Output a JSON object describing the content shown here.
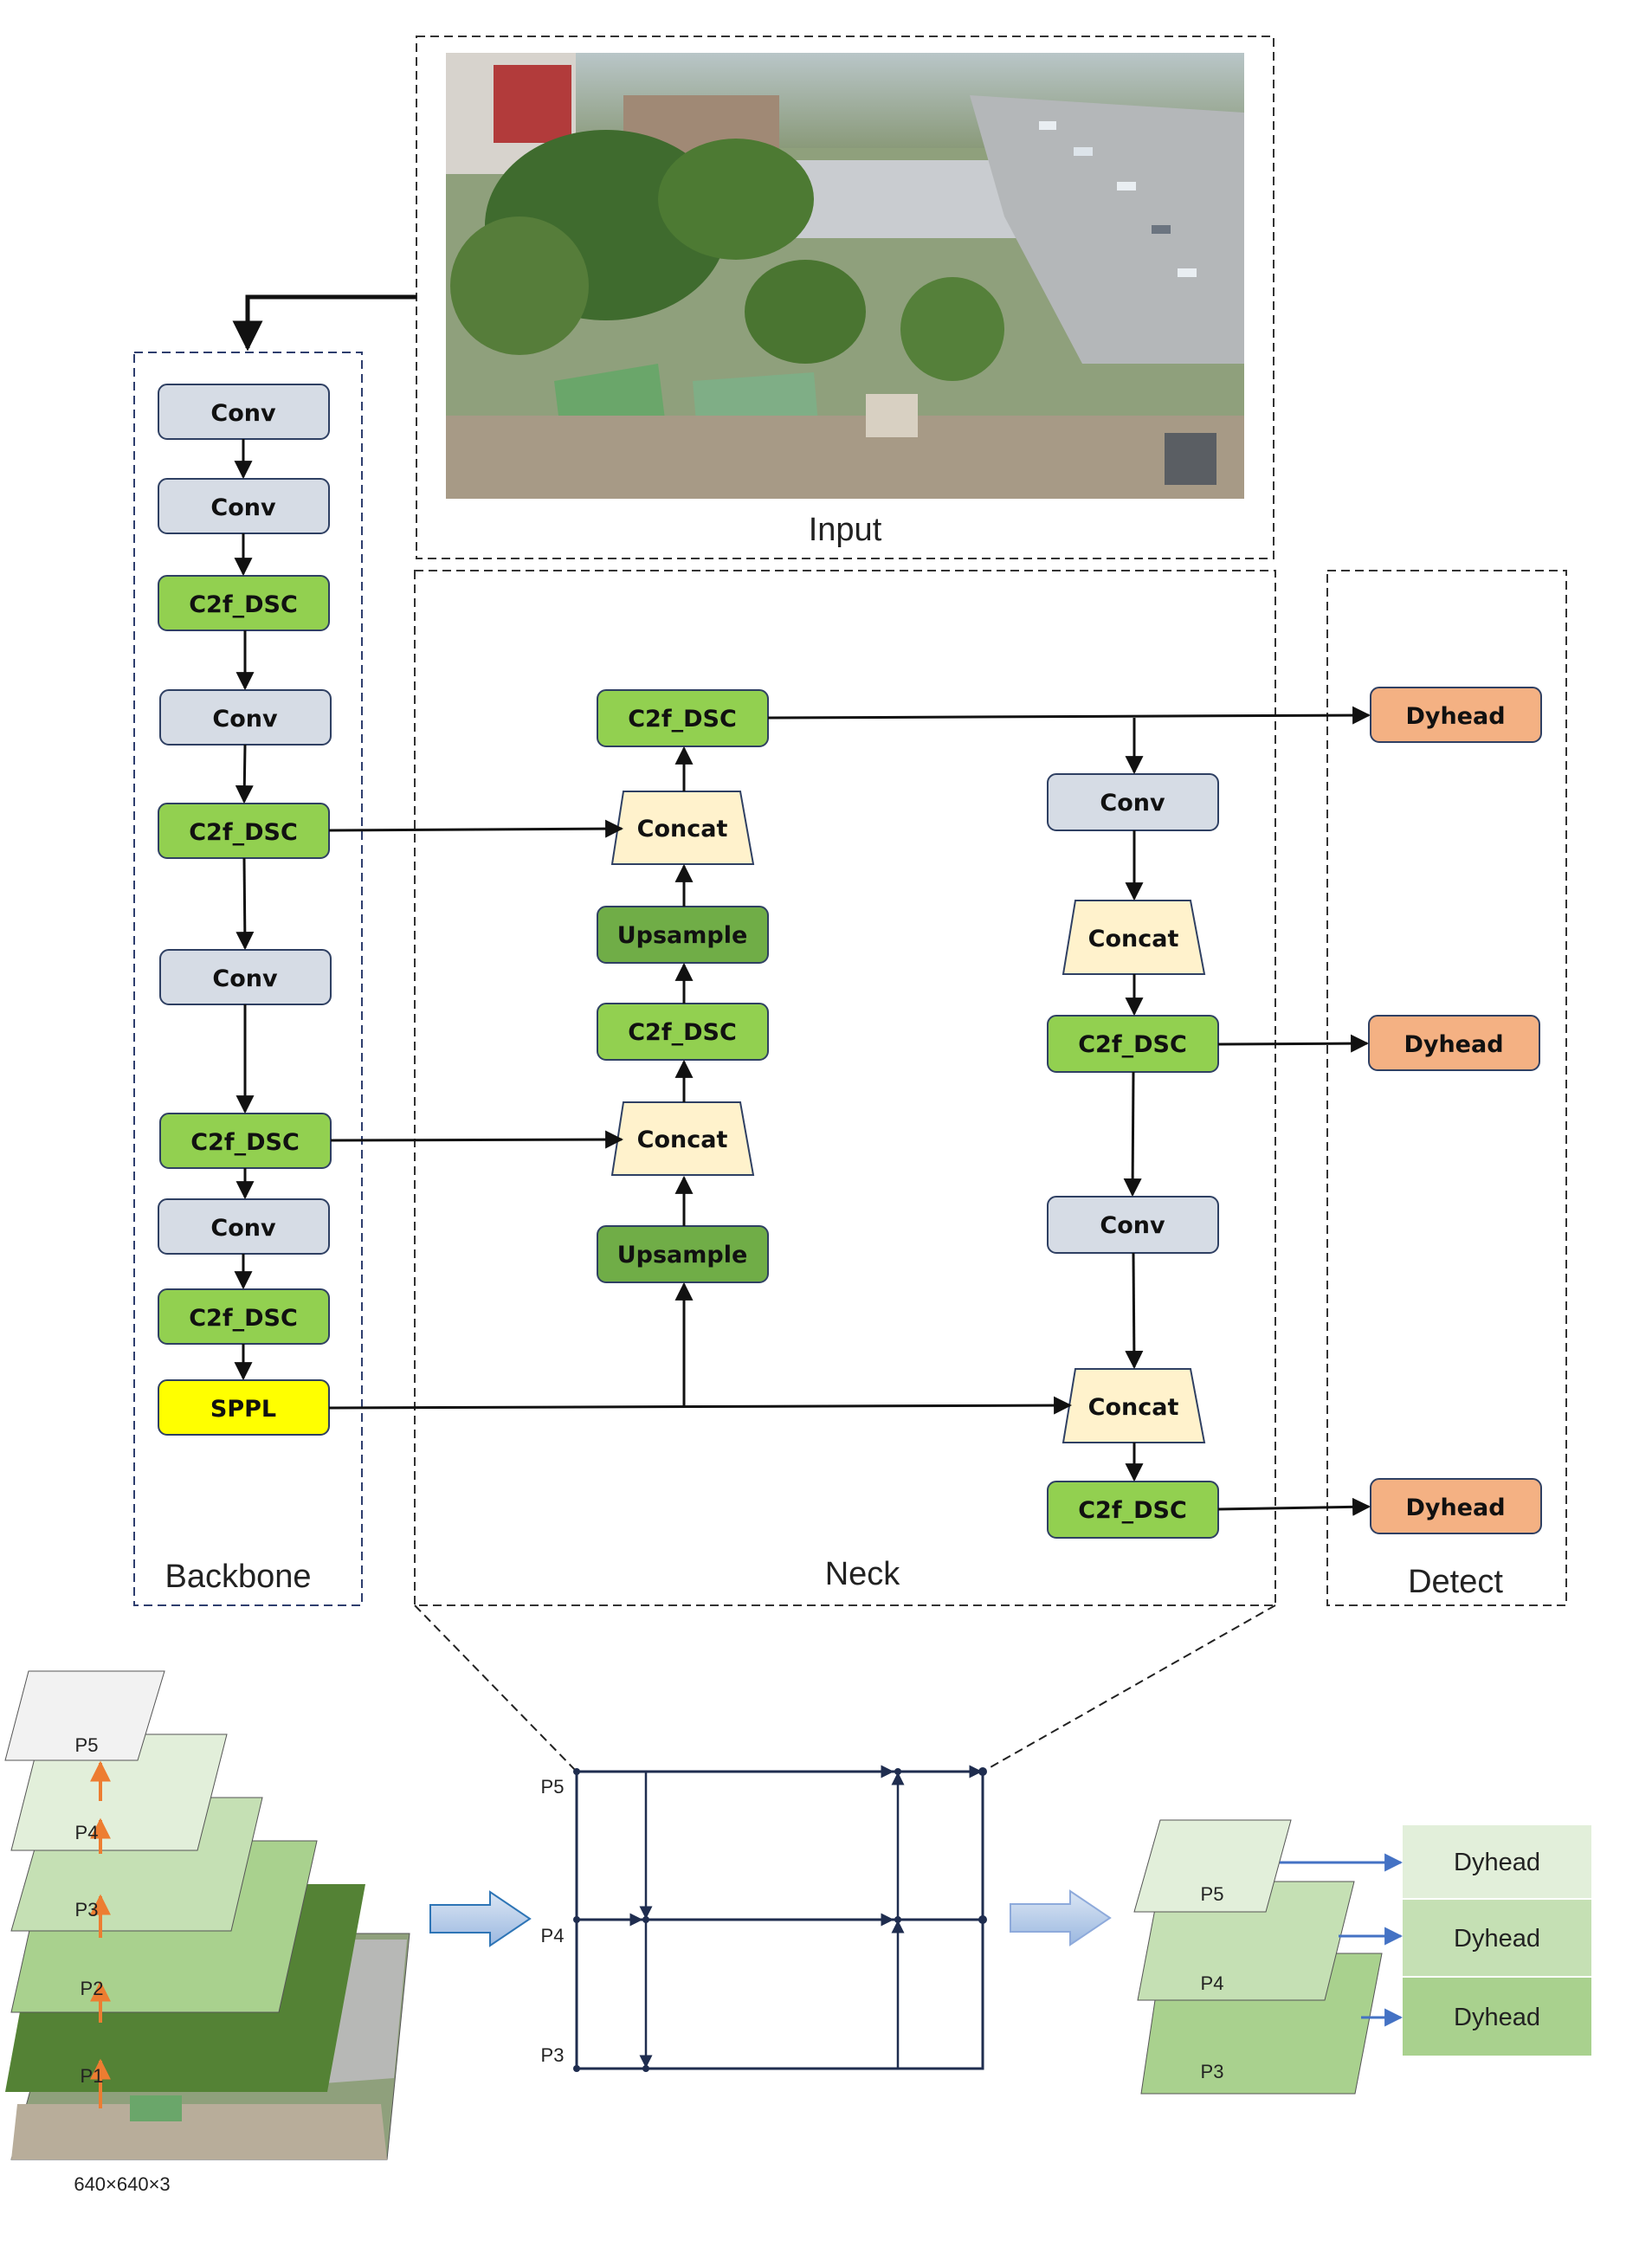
{
  "sections": {
    "input": "Input",
    "backbone": "Backbone",
    "neck": "Neck",
    "detect": "Detect"
  },
  "backbone_blocks": [
    "Conv",
    "Conv",
    "C2f_DSC",
    "Conv",
    "C2f_DSC",
    "Conv",
    "C2f_DSC",
    "Conv",
    "C2f_DSC",
    "SPPL"
  ],
  "neck_left_blocks": [
    "C2f_DSC",
    "Concat",
    "Upsample",
    "C2f_DSC",
    "Concat",
    "Upsample"
  ],
  "neck_right_blocks": [
    "Conv",
    "Concat",
    "C2f_DSC",
    "Conv",
    "Concat",
    "C2f_DSC"
  ],
  "detect_blocks": [
    "Dyhead",
    "Dyhead",
    "Dyhead"
  ],
  "pyramid": {
    "levels": [
      "P5",
      "P4",
      "P3",
      "P2",
      "P1"
    ],
    "input_size": "640×640×3"
  },
  "fpn_levels": [
    "P5",
    "P4",
    "P3"
  ],
  "output": {
    "levels": [
      "P5",
      "P4",
      "P3"
    ],
    "heads": [
      "Dyhead",
      "Dyhead",
      "Dyhead"
    ]
  },
  "colors": {
    "conv": "#d6dce5",
    "c2f": "#92d050",
    "upsample": "#70ad47",
    "concat": "#fff2cc",
    "sppl": "#ffff00",
    "dyhead": "#f4b183",
    "orange_arrow": "#ed7d31",
    "blue_arrow": "#4472c4"
  }
}
